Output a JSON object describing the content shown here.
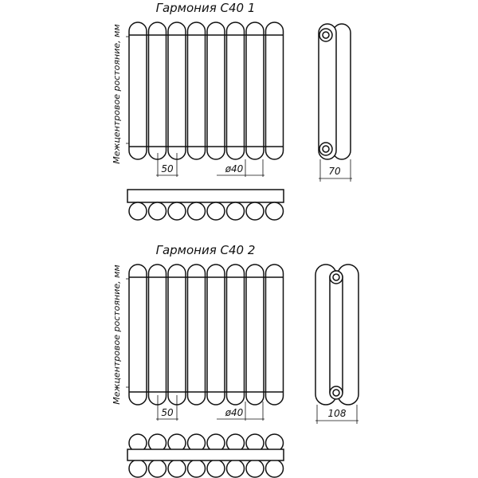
{
  "models": [
    {
      "title": "Гармония С40 1",
      "vertical_label": "Межцентровое ростояние, мм",
      "pitch_label": "50",
      "diameter_label": "ø40",
      "depth_label": "70",
      "sections": 8,
      "rows": 1
    },
    {
      "title": "Гармония С40 2",
      "vertical_label": "Межцентровое ростояние, мм",
      "pitch_label": "50",
      "diameter_label": "ø40",
      "depth_label": "108",
      "sections": 8,
      "rows": 2
    }
  ]
}
